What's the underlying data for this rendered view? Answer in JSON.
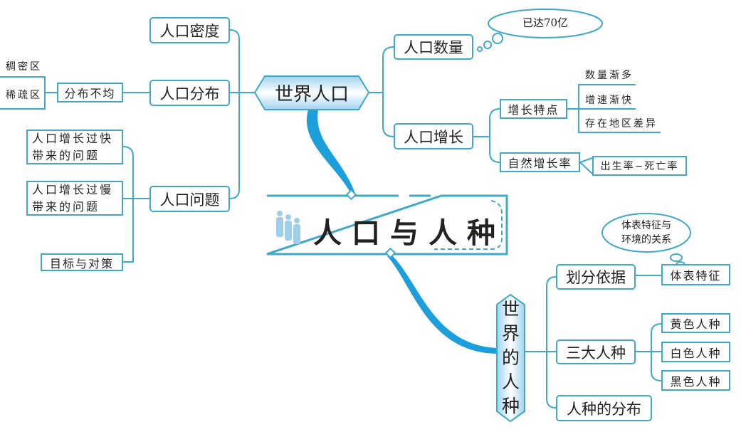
{
  "center": {
    "title": "人口与人种"
  },
  "world_population": {
    "title": "世界人口",
    "left": {
      "density": "人口密度",
      "distribution": "人口分布",
      "uneven": "分布不均",
      "dense": "稠密区",
      "sparse": "稀疏区",
      "problems": "人口问题",
      "too_fast": [
        "人口增长过快",
        "带来的问题"
      ],
      "too_slow": [
        "人口增长过慢",
        "带来的问题"
      ],
      "measures": "目标与对策"
    },
    "right": {
      "quantity": "人口数量",
      "quantity_note": "已达70亿",
      "growth": "人口增长",
      "features": "增长特点",
      "feature_items": [
        "数量渐多",
        "增速渐快",
        "存在地区差异"
      ],
      "natural_rate": "自然增长率",
      "natural_formula": "出生率−死亡率"
    }
  },
  "world_races": {
    "title": [
      "世",
      "界",
      "的",
      "人",
      "种"
    ],
    "basis": "划分依据",
    "body_features": "体表特征",
    "body_note": [
      "体表特征与",
      "环境的关系"
    ],
    "three_races": "三大人种",
    "races": [
      "黄色人种",
      "白色人种",
      "黑色人种"
    ],
    "distribution": "人种的分布"
  },
  "colors": {
    "line": "#3fa9c6",
    "branch": "#1d9fdb",
    "hex_fill": "#cde9f6"
  }
}
